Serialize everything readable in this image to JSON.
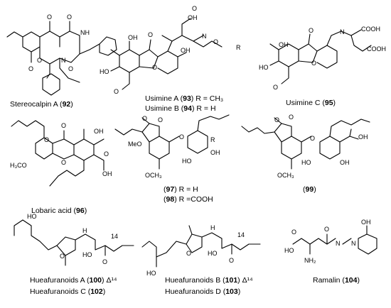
{
  "compounds": {
    "c92": {
      "name": "Stereocalpin A",
      "num": "92"
    },
    "c93": {
      "name": "Usimine A",
      "num": "93",
      "r": "R = CH₃"
    },
    "c94": {
      "name": "Usimine B",
      "num": "94",
      "r": "R = H"
    },
    "c95": {
      "name": "Usimine C",
      "num": "95"
    },
    "c96": {
      "name": "Lobaric acid",
      "num": "96"
    },
    "c97": {
      "num": "97",
      "r": "R = H"
    },
    "c98": {
      "num": "98",
      "r": "R =COOH"
    },
    "c99": {
      "num": "99"
    },
    "c100": {
      "name": "Hueafuranoids A",
      "num": "100",
      "delta": "Δ¹⁴"
    },
    "c102": {
      "name": "Hueafuranoids C",
      "num": "102"
    },
    "c101": {
      "name": "Hueafuranoids B",
      "num": "101",
      "delta": "Δ¹⁴"
    },
    "c103": {
      "name": "Hueafuranoids D",
      "num": "103"
    },
    "c104": {
      "name": "Ramalin",
      "num": "104"
    }
  },
  "atoms": {
    "o": "O",
    "oh": "OH",
    "ho": "HO",
    "nh": "NH",
    "n": "N",
    "r": "R",
    "cooh": "COOH",
    "och3": "OCH₃",
    "h3co": "H₃CO",
    "meo": "MeO",
    "nh2": "NH₂",
    "hn": "H",
    "c14": "14"
  }
}
